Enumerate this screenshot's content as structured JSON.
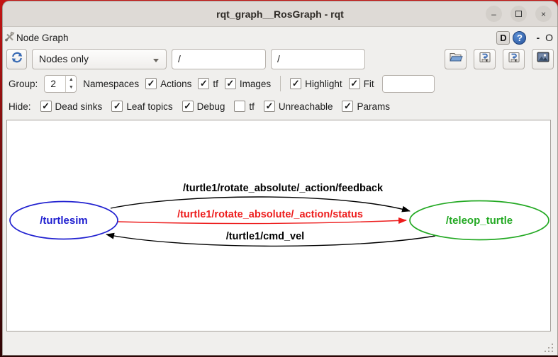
{
  "window": {
    "title": "rqt_graph__RosGraph - rqt",
    "controls": {
      "minimize": "–",
      "close": "×"
    }
  },
  "plugin_header": {
    "title": "Node Graph",
    "d_button": "D",
    "help_button": "?",
    "collapse_button": "-",
    "float_button": "O"
  },
  "toolbar": {
    "graph_type_selected": "Nodes only",
    "filter_field_1": "/",
    "filter_field_2": "/"
  },
  "filters_row1": {
    "group_label": "Group:",
    "group_value": "2",
    "namespaces_label": "Namespaces",
    "checkboxes": [
      {
        "label": "Actions",
        "checked": true
      },
      {
        "label": "tf",
        "checked": true
      },
      {
        "label": "Images",
        "checked": true
      },
      {
        "label": "Highlight",
        "checked": true
      },
      {
        "label": "Fit",
        "checked": true
      }
    ],
    "fit_field_value": ""
  },
  "filters_row2": {
    "hide_label": "Hide:",
    "checkboxes": [
      {
        "label": "Dead sinks",
        "checked": true
      },
      {
        "label": "Leaf topics",
        "checked": true
      },
      {
        "label": "Debug",
        "checked": true
      },
      {
        "label": "tf",
        "checked": false
      },
      {
        "label": "Unreachable",
        "checked": true
      },
      {
        "label": "Params",
        "checked": true
      }
    ]
  },
  "chart_data": {
    "type": "node-graph",
    "nodes": [
      {
        "id": "turtlesim",
        "label": "/turtlesim",
        "color": "#2020d0",
        "shape": "ellipse"
      },
      {
        "id": "teleop_turtle",
        "label": "/teleop_turtle",
        "color": "#23a923",
        "shape": "ellipse"
      }
    ],
    "edges": [
      {
        "from": "turtlesim",
        "to": "teleop_turtle",
        "label": "/turtle1/rotate_absolute/_action/feedback",
        "color": "#000000"
      },
      {
        "from": "turtlesim",
        "to": "teleop_turtle",
        "label": "/turtle1/rotate_absolute/_action/status",
        "color": "#ed1c1c"
      },
      {
        "from": "teleop_turtle",
        "to": "turtlesim",
        "label": "/turtle1/cmd_vel",
        "color": "#000000"
      }
    ]
  }
}
